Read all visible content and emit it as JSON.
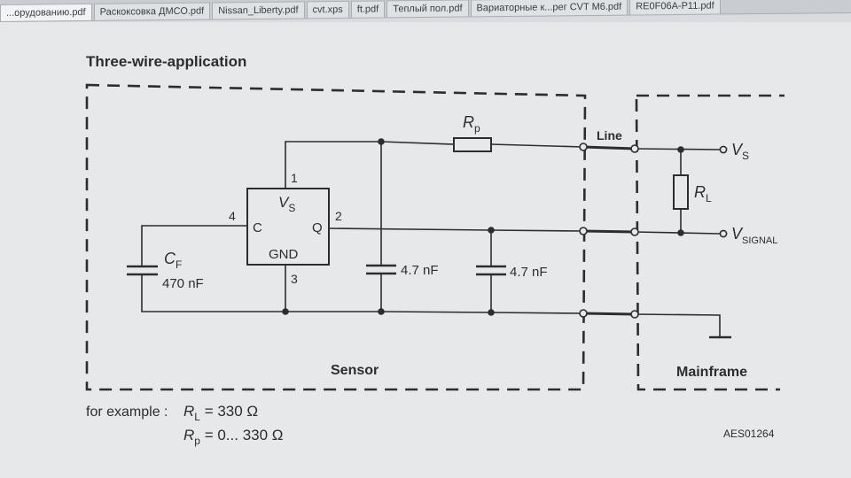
{
  "tabs": [
    "...орудованию.pdf",
    "Раскоксовка ДМСО.pdf",
    "Nissan_Liberty.pdf",
    "cvt.xps",
    "ft.pdf",
    "Теплый пол.pdf",
    "Вариаторные к...рег CVT M6.pdf",
    "RE0F06A-P11.pdf"
  ],
  "diagram": {
    "title": "Three-wire-application",
    "rp_label": "R",
    "rp_sub": "p",
    "line_label": "Line",
    "vs_label": "V",
    "vs_sub": "S",
    "rl_label": "R",
    "rl_sub": "L",
    "vsignal_label": "V",
    "vsignal_sub": "SIGNAL",
    "ic_vs": "V",
    "ic_vs_sub": "S",
    "ic_c": "C",
    "ic_q": "Q",
    "ic_gnd": "GND",
    "pin1": "1",
    "pin2": "2",
    "pin3": "3",
    "pin4": "4",
    "cf_label": "C",
    "cf_sub": "F",
    "cf_value": "470 nF",
    "cap1_value": "4.7 nF",
    "cap2_value": "4.7 nF",
    "sensor_label": "Sensor",
    "mainframe_label": "Mainframe",
    "example_prefix": "for example :",
    "ex_rl": "R",
    "ex_rl_sub": "L",
    "ex_rl_value": " = 330 Ω",
    "ex_rp": "R",
    "ex_rp_sub": "p",
    "ex_rp_value": " = 0... 330 Ω",
    "figure_code": "AES01264"
  }
}
